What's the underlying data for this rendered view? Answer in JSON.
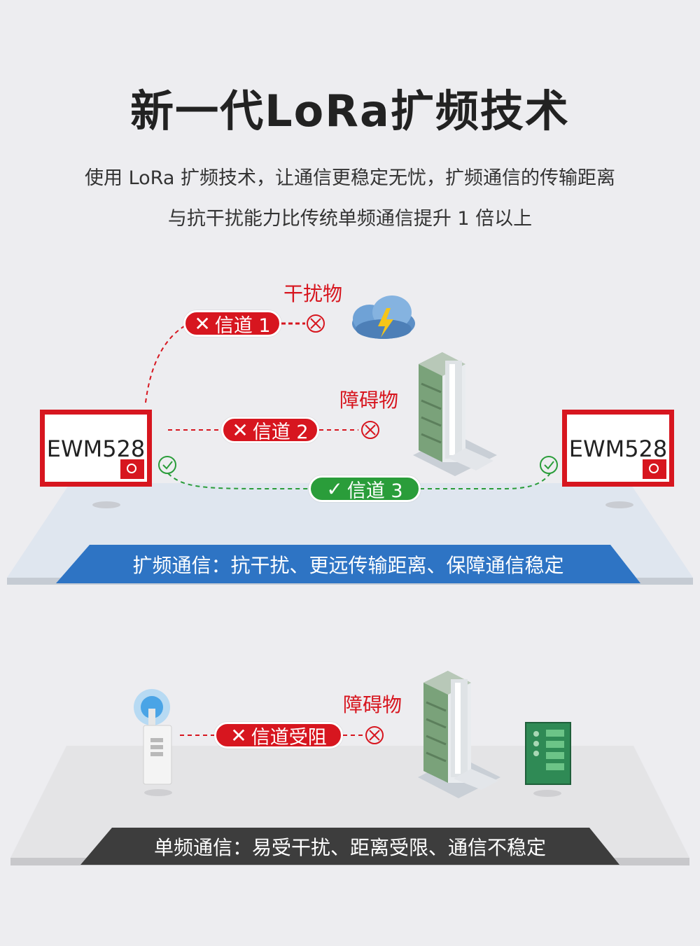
{
  "title": "新一代LoRa扩频技术",
  "subtitle_line1": "使用 LoRa 扩频技术，让通信更稳定无忧，扩频通信的传输距离",
  "subtitle_line2": "与抗干扰能力比传统单频通信提升 1 倍以上",
  "top_scene": {
    "interference_label": "干扰物",
    "obstacle_label": "障碍物",
    "channel1": "信道 1",
    "channel2": "信道 2",
    "channel3": "信道 3",
    "module_left": "EWM528",
    "module_right": "EWM528",
    "banner": "扩频通信：抗干扰、更远传输距离、保障通信稳定"
  },
  "bottom_scene": {
    "obstacle_label": "障碍物",
    "channel_blocked": "信道受阻",
    "banner": "单频通信：易受干扰、距离受限、通信不稳定"
  },
  "icons": {
    "fail_mark": "✕",
    "ok_mark": "✓"
  },
  "colors": {
    "red": "#d7161f",
    "green": "#2a9d3a",
    "blue_banner": "#2e74c4",
    "dark_banner": "#3d3d3d"
  }
}
